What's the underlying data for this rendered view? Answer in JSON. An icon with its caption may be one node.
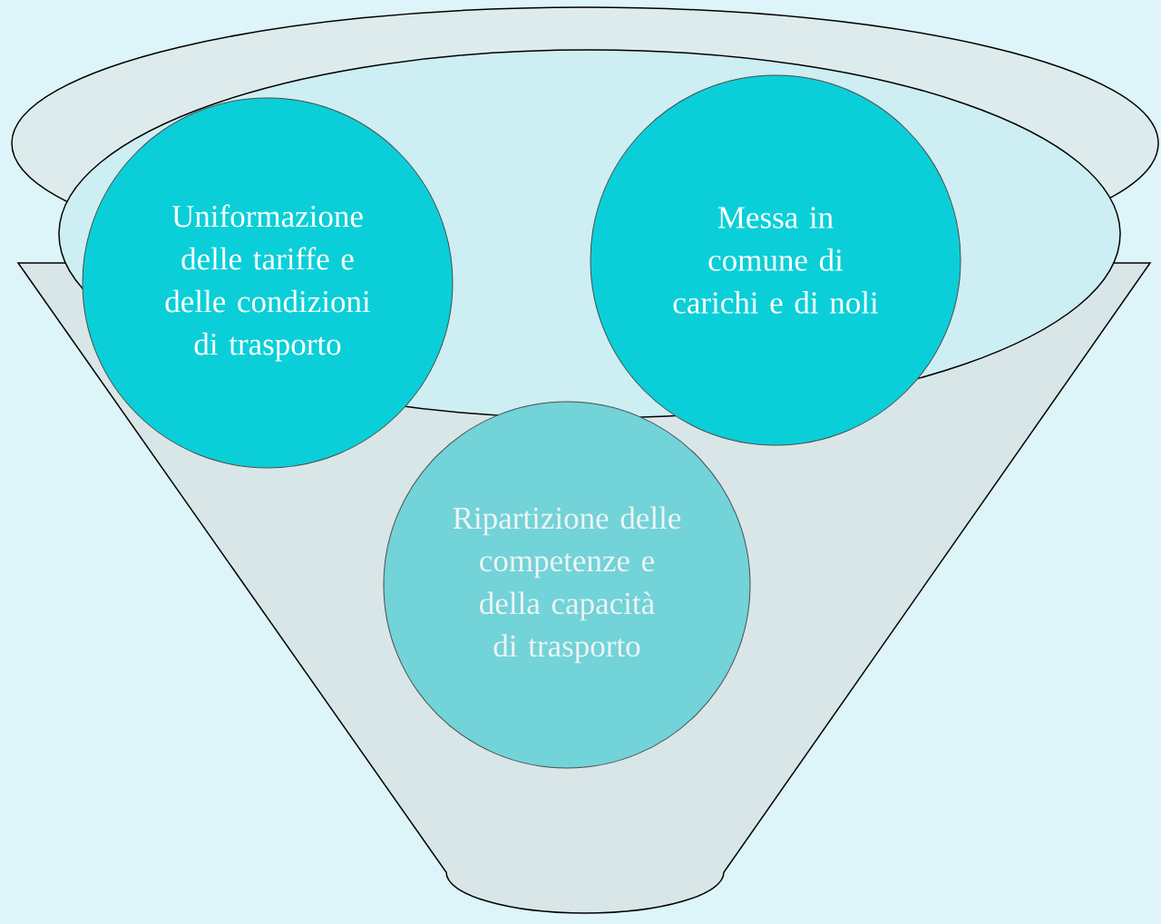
{
  "diagram": {
    "nodes": [
      {
        "text": [
          "Uniformazione delle tariffe e delle condizioni di trasporto"
        ]
      },
      {
        "text": [
          "Messa in comune di carichi e di noli"
        ]
      },
      {
        "text": [
          "Ripartizione delle competenze e della capacità di trasporto"
        ]
      }
    ]
  }
}
